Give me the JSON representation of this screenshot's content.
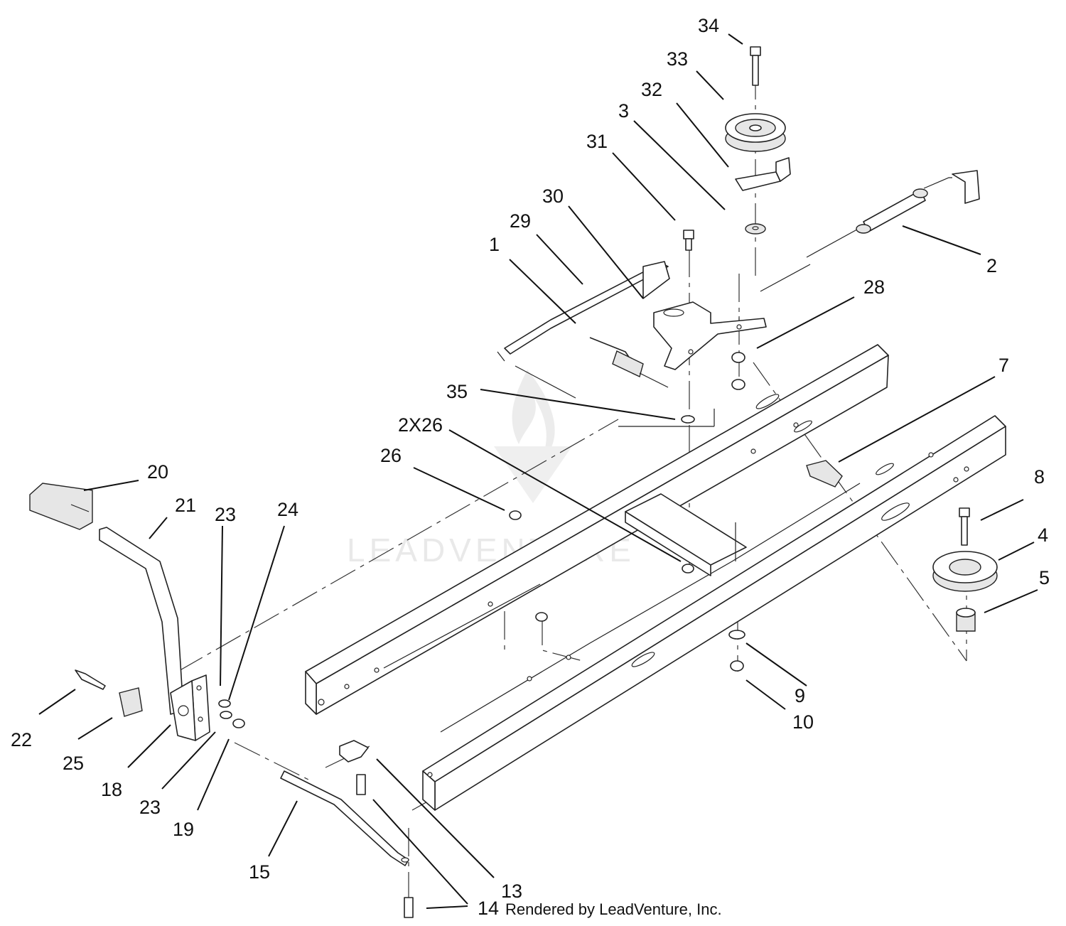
{
  "watermark": {
    "text": "LEADVENTURE"
  },
  "credit": "Rendered by LeadVenture, Inc.",
  "callouts": [
    {
      "id": "34",
      "label": "34"
    },
    {
      "id": "33",
      "label": "33"
    },
    {
      "id": "32",
      "label": "32"
    },
    {
      "id": "3",
      "label": "3"
    },
    {
      "id": "31",
      "label": "31"
    },
    {
      "id": "30",
      "label": "30"
    },
    {
      "id": "29",
      "label": "29"
    },
    {
      "id": "1",
      "label": "1"
    },
    {
      "id": "2",
      "label": "2"
    },
    {
      "id": "28",
      "label": "28"
    },
    {
      "id": "7",
      "label": "7"
    },
    {
      "id": "35",
      "label": "35"
    },
    {
      "id": "2x26",
      "label": "2X26"
    },
    {
      "id": "26",
      "label": "26"
    },
    {
      "id": "20",
      "label": "20"
    },
    {
      "id": "21",
      "label": "21"
    },
    {
      "id": "23a",
      "label": "23"
    },
    {
      "id": "24",
      "label": "24"
    },
    {
      "id": "8",
      "label": "8"
    },
    {
      "id": "4",
      "label": "4"
    },
    {
      "id": "5",
      "label": "5"
    },
    {
      "id": "9",
      "label": "9"
    },
    {
      "id": "10",
      "label": "10"
    },
    {
      "id": "22",
      "label": "22"
    },
    {
      "id": "25",
      "label": "25"
    },
    {
      "id": "18",
      "label": "18"
    },
    {
      "id": "23b",
      "label": "23"
    },
    {
      "id": "19",
      "label": "19"
    },
    {
      "id": "15",
      "label": "15"
    },
    {
      "id": "13",
      "label": "13"
    },
    {
      "id": "14",
      "label": "14"
    }
  ]
}
